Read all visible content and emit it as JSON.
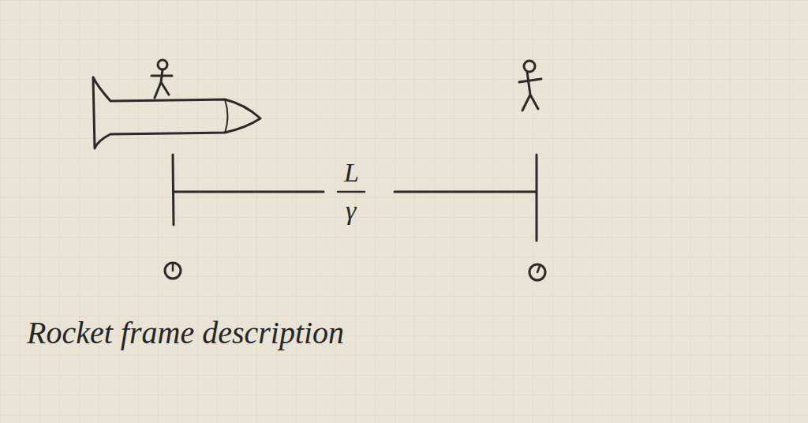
{
  "diagram": {
    "caption": "Rocket frame description",
    "labels": [
      "L",
      "γ"
    ]
  }
}
